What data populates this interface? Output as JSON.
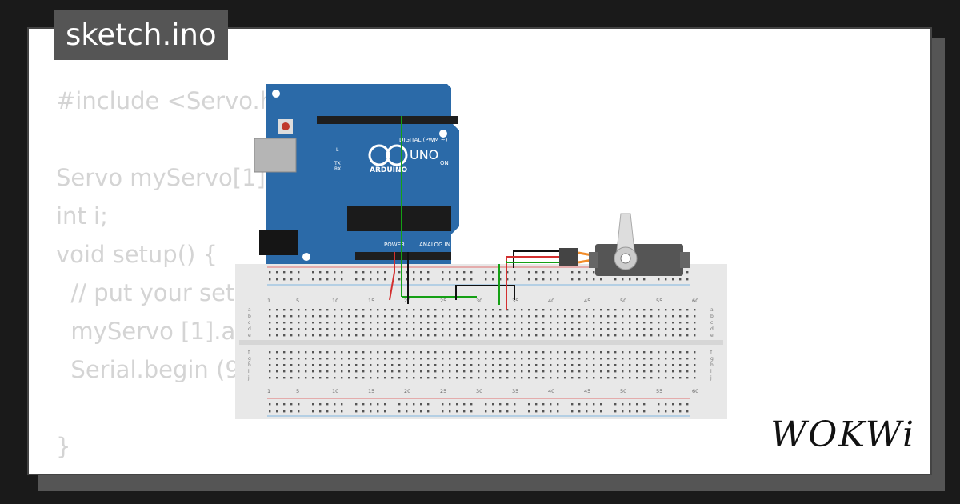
{
  "tab": {
    "filename": "sketch.ino"
  },
  "code_lines": [
    "#include <Servo.h",
    "",
    "Servo myServo[1]",
    "int i;",
    "void setup() {",
    "  // put your set",
    "  myServo [1].at",
    "  Serial.begin (9",
    "",
    "}"
  ],
  "arduino": {
    "brand": "ARDUINO",
    "model": "UNO",
    "digital_label": "DIGITAL (PWM ~)",
    "power_label": "POWER",
    "analog_label": "ANALOG IN",
    "on_label": "ON",
    "led_l": "L",
    "led_tx": "TX",
    "led_rx": "RX"
  },
  "breadboard": {
    "column_numbers": [
      "1",
      "5",
      "10",
      "15",
      "20",
      "25",
      "30",
      "35",
      "40",
      "45",
      "50",
      "55",
      "60"
    ],
    "row_letters_top": [
      "a",
      "b",
      "c",
      "d",
      "e"
    ],
    "row_letters_bottom": [
      "f",
      "g",
      "h",
      "i",
      "j"
    ]
  },
  "colors": {
    "wire_red": "#d32f2f",
    "wire_black": "#111111",
    "wire_green": "#15a015",
    "board_blue": "#2b6aa8",
    "servo_orange": "#f28c28"
  },
  "brand_logo": "WOKWi"
}
